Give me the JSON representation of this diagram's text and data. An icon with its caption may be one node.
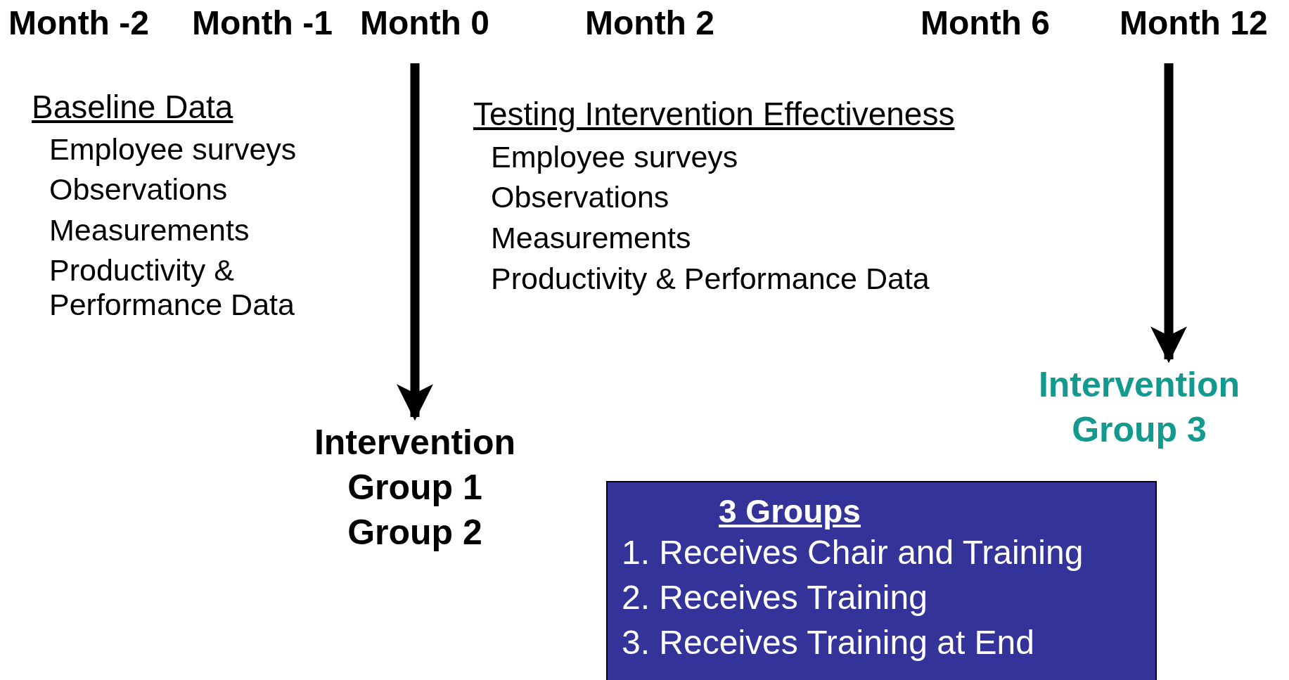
{
  "diagram": {
    "nodes": [
      {
        "text": [
          "Month 0"
        ]
      },
      {
        "text": [
          "Month 12"
        ]
      },
      {
        "text": [
          "Intervention Group 3"
        ]
      },
      {
        "text": [
          "Intervention Group 1 Group 2"
        ]
      },
      {
        "text": [
          "3 Groups",
          "1. Receives Chair and Training",
          "2. Receives Training",
          "3. Receives Training at End"
        ]
      }
    ],
    "edges": [
      {
        "from": 0,
        "to": 3,
        "arrow": "to"
      },
      {
        "from": 1,
        "to": 2,
        "arrow": "to"
      }
    ],
    "labels": [
      "Month -2",
      "Month -1",
      "Month 2",
      "Month 6",
      "Baseline Data",
      "Employee surveys",
      "Observations",
      "Measurements",
      "Productivity & Performance Data",
      "Testing Intervention Effectiveness",
      "Employee surveys",
      "Observations",
      "Measurements",
      "Productivity & Performance Data"
    ]
  }
}
